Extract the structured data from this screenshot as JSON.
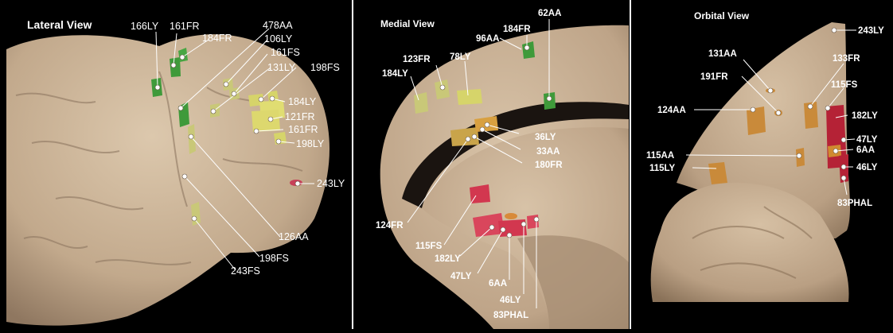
{
  "panels": {
    "lateral": {
      "title": "Lateral View"
    },
    "medial": {
      "title": "Medial View"
    },
    "orbital": {
      "title": "Orbital View"
    }
  },
  "lateral_labels": [
    "166LY",
    "161FR",
    "184FR",
    "478AA",
    "106LY",
    "161FS",
    "131LY",
    "198FS",
    "184LY",
    "121FR",
    "161FR",
    "198LY",
    "243LY",
    "126AA",
    "198FS",
    "243FS"
  ],
  "medial_labels": [
    "62AA",
    "184FR",
    "96AA",
    "123FR",
    "78LY",
    "184LY",
    "36LY",
    "33AA",
    "180FR",
    "124FR",
    "115FS",
    "182LY",
    "47LY",
    "6AA",
    "46LY",
    "83PHAL"
  ],
  "orbital_labels": [
    "243LY",
    "131AA",
    "133FR",
    "191FR",
    "115FS",
    "124AA",
    "182LY",
    "47LY",
    "115AA",
    "6AA",
    "115LY",
    "46LY",
    "83PHAL"
  ],
  "colors": {
    "brain": "#c8b299",
    "green": "#3f9a3a",
    "yellow": "#d8d36a",
    "orange": "#c98a3a",
    "red": "#d2374f",
    "background": "#000000",
    "separator": "#ffffff"
  }
}
